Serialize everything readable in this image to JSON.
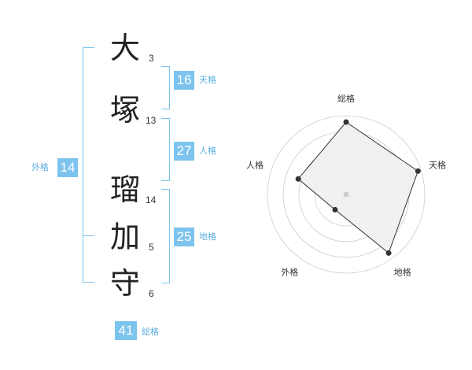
{
  "name": {
    "chars": [
      {
        "char": "大",
        "strokes": "3"
      },
      {
        "char": "塚",
        "strokes": "13"
      },
      {
        "char": "瑠",
        "strokes": "14"
      },
      {
        "char": "加",
        "strokes": "5"
      },
      {
        "char": "守",
        "strokes": "6"
      }
    ]
  },
  "kaku": {
    "tenkaku": {
      "value": "16",
      "label": "天格"
    },
    "jinkaku": {
      "value": "27",
      "label": "人格"
    },
    "chikaku": {
      "value": "25",
      "label": "地格"
    },
    "gaikaku": {
      "value": "14",
      "label": "外格"
    },
    "soukaku": {
      "value": "41",
      "label": "総格"
    }
  },
  "chart_data": {
    "type": "radar",
    "axes": [
      "総格",
      "天格",
      "地格",
      "外格",
      "人格"
    ],
    "values": [
      4.6,
      4.8,
      4.6,
      1.2,
      3.2
    ],
    "max": 5,
    "rings": 5,
    "colors": {
      "fill": "#eeeeee",
      "line": "#333333",
      "ring": "#cccccc",
      "center": "#cccccc",
      "accent": "#7cc4ee"
    }
  }
}
